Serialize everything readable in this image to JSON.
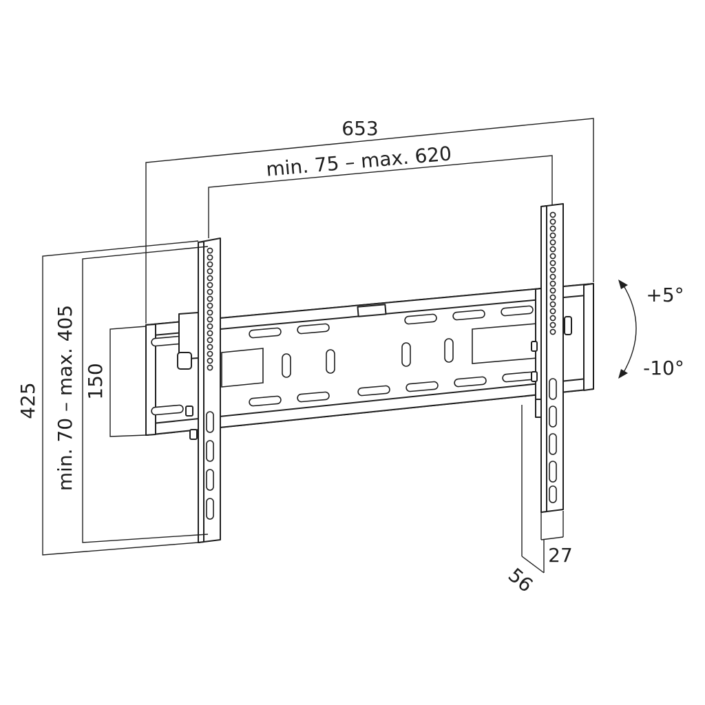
{
  "dimensions": {
    "overall_width": "653",
    "vesa_width": "min. 75 – max. 620",
    "overall_height": "425",
    "vesa_height": "min. 70 – max. 405",
    "rail_height": "150",
    "depth_max": "56",
    "depth_min": "27"
  },
  "tilt": {
    "up": "+5°",
    "down": "-10°"
  },
  "colors": {
    "line": "#1e1e1e",
    "background": "#ffffff"
  }
}
